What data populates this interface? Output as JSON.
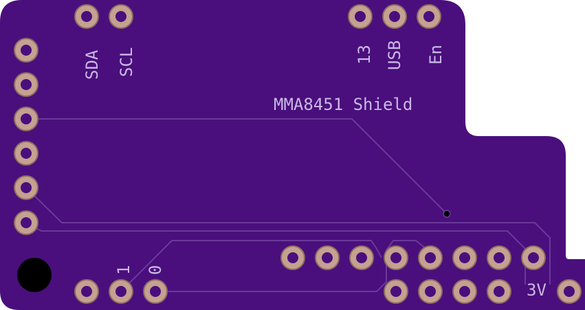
{
  "board": {
    "title": "MMA8451 Shield",
    "colors": {
      "substrate": "#4a0f7c",
      "silkscreen": "#c9b8e6",
      "pad": "#c4a190",
      "pad_edge": "#8e6d60",
      "trace": "#6a3a9a",
      "hole": "#000000"
    }
  },
  "labels": {
    "sda": "SDA",
    "scl": "SCL",
    "pin13": "13",
    "usb": "USB",
    "en": "En",
    "one": "1",
    "zero": "0",
    "v3": "3V"
  }
}
